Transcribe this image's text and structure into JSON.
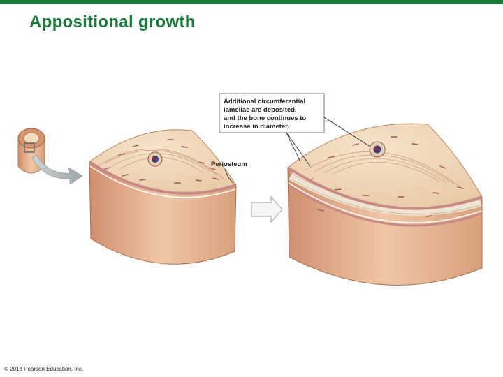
{
  "title": "Appositional growth",
  "labels": {
    "periosteum": "Periosteum",
    "callout_lines": [
      "Additional circumferential",
      "lamellae are deposited,",
      "and the bone continues to",
      "increase in diameter."
    ]
  },
  "copyright": "© 2018 Pearson Education, Inc.",
  "colors": {
    "title": "#1a7a3a",
    "topbar": "#1a7a3a",
    "bone_outer": "#d9a07c",
    "bone_inner": "#f1dcc0",
    "periosteum": "#c98a85"
  }
}
